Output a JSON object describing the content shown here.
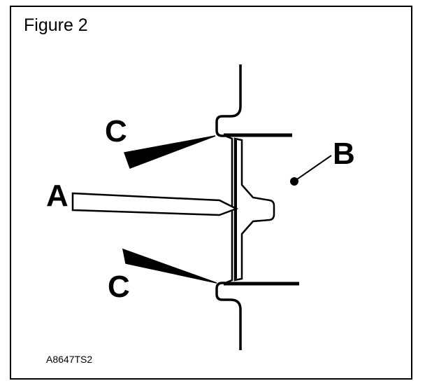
{
  "figure": {
    "title": "Figure 2",
    "code": "A8647TS2"
  },
  "callouts": {
    "a": "A",
    "b": "B",
    "c_top": "C",
    "c_bottom": "C"
  }
}
